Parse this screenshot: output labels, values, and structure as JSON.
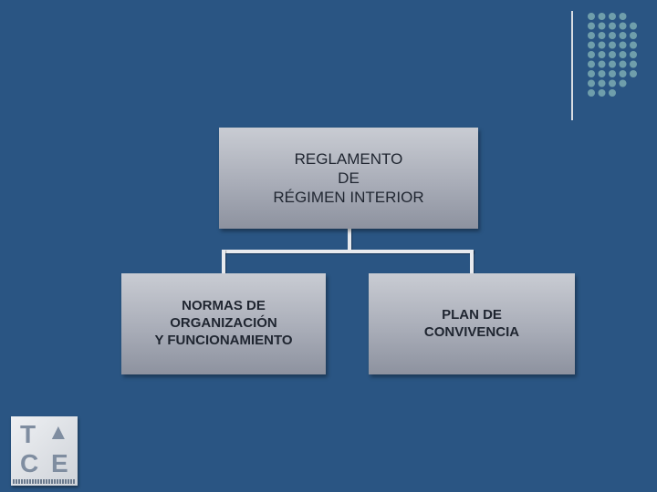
{
  "diagram": {
    "top": {
      "label": "REGLAMENTO\nDE\nRÉGIMEN INTERIOR"
    },
    "left": {
      "label": "NORMAS DE\nORGANIZACIÓN\nY FUNCIONAMIENTO"
    },
    "right": {
      "label": "PLAN DE\nCONVIVENCIA"
    }
  },
  "logo": {
    "letters": [
      "T",
      "▲",
      "C",
      "E"
    ]
  },
  "colors": {
    "background": "#2a5583",
    "box": "#a9adb8",
    "connector": "#e8eaee",
    "dots": "#6f9eab"
  }
}
